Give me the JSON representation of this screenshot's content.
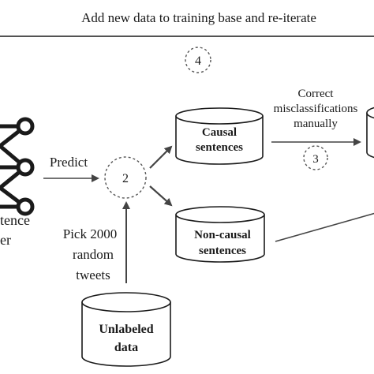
{
  "header": {
    "caption": "Add new data to training base and re-iterate"
  },
  "steps": {
    "step2": "2",
    "step3": "3",
    "step4": "4"
  },
  "labels": {
    "predict": "Predict",
    "pick_line1": "Pick 2000",
    "pick_line2": "random",
    "pick_line3": "tweets",
    "correct_line1": "Correct",
    "correct_line2": "misclassifications",
    "correct_line3": "manually",
    "model_line1": "tence",
    "model_line2": "er"
  },
  "databases": {
    "causal_line1": "Causal",
    "causal_line2": "sentences",
    "noncausal_line1": "Non-causal",
    "noncausal_line2": "sentences",
    "unlabeled_line1": "Unlabeled",
    "unlabeled_line2": "data"
  },
  "colors": {
    "stroke": "#1a1a1a",
    "arrow": "#444444",
    "dashed": "#555555",
    "background": "#ffffff"
  }
}
